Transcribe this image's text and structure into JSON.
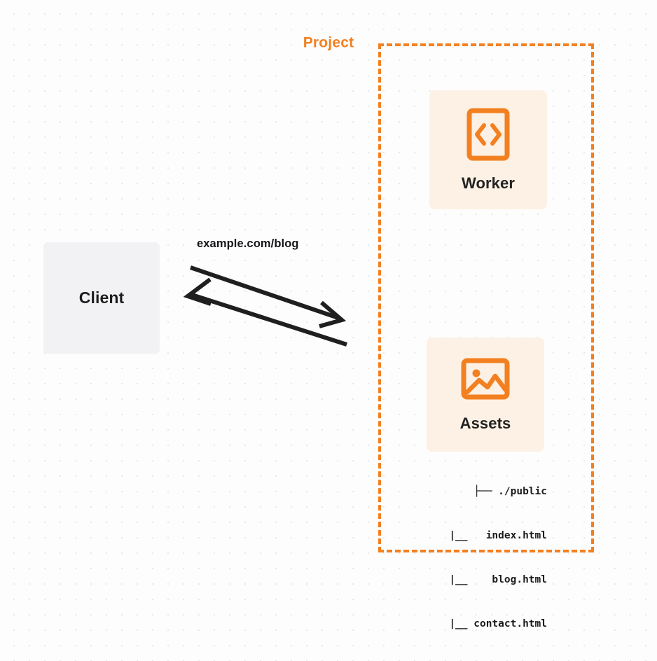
{
  "diagram": {
    "title": "Client request routing to Project (Worker and Assets)",
    "background": {
      "color": "#fdfdfd",
      "dot_color": "#e8e8e8"
    },
    "client": {
      "label": "Client",
      "fill": "#f2f2f4",
      "text_color": "#1d1d1d"
    },
    "connection": {
      "url_label": "example.com/blog",
      "stroke_color": "#1f1f1f",
      "request_direction": "client-to-project",
      "response_direction": "project-to-client"
    },
    "project": {
      "label": "Project",
      "border_color": "#f38020",
      "border_style": "dashed",
      "nodes": [
        {
          "id": "worker",
          "label": "Worker",
          "icon": "code-brackets-icon",
          "fill": "#fdf1e5",
          "icon_color": "#f38020"
        },
        {
          "id": "assets",
          "label": "Assets",
          "icon": "image-icon",
          "fill": "#fdf1e5",
          "icon_color": "#f38020"
        }
      ],
      "file_tree": [
        "├── ./public",
        "|__   index.html",
        "|__    blog.html",
        "|__ contact.html"
      ]
    }
  }
}
